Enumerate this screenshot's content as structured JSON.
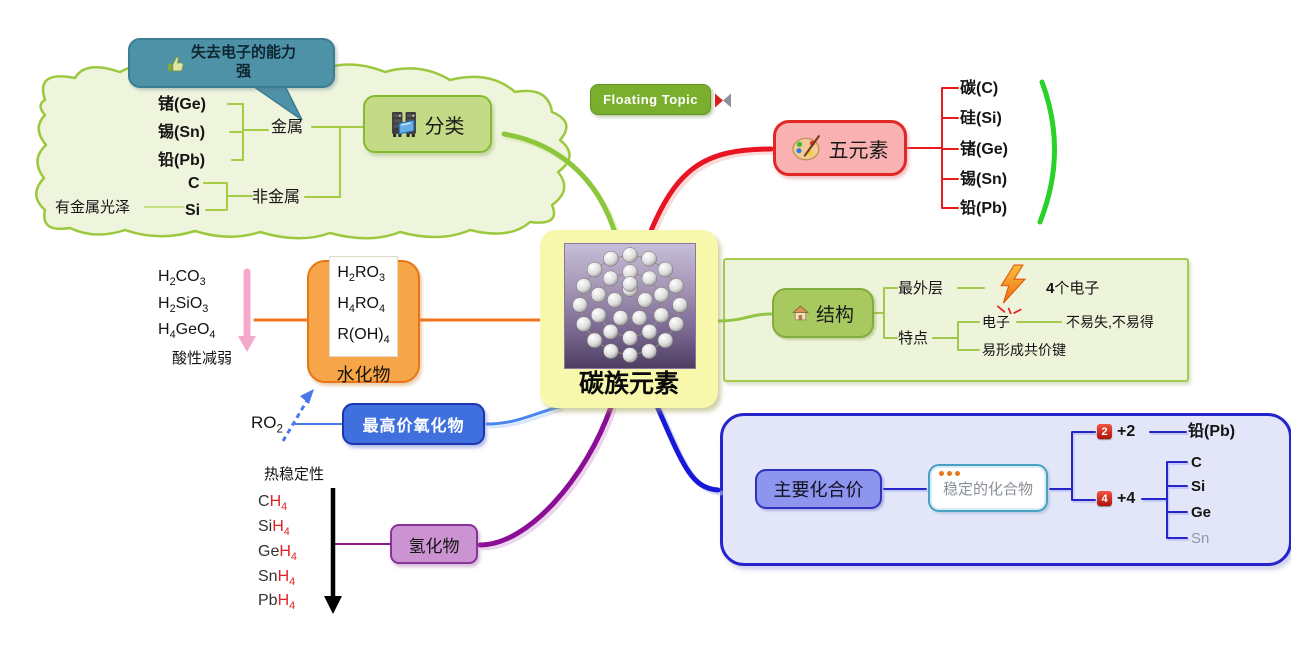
{
  "callout": {
    "line1": "失去电子的能力",
    "line2": "强"
  },
  "classification": {
    "label": "分类",
    "metal_label": "金属",
    "nonmetal_label": "非金属",
    "luster_label": "有金属光泽",
    "metal_items": [
      "锗(Ge)",
      "锡(Sn)",
      "铅(Pb)"
    ],
    "nonmetal_items": [
      "C",
      "Si"
    ]
  },
  "floating_topic": {
    "label": "Floating Topic"
  },
  "five_elements": {
    "label": "五元素",
    "items": [
      "碳(C)",
      "硅(Si)",
      "锗(Ge)",
      "锡(Sn)",
      "铅(Pb)"
    ]
  },
  "center": {
    "title": "碳族元素"
  },
  "structure": {
    "label": "结构",
    "outermost_label": "最外层",
    "electron_count_num": "4",
    "electron_count_text": "个电子",
    "feature_label": "特点",
    "electron_label": "电子",
    "electron_note": "不易失,不易得",
    "covalent_note": "易形成共价键"
  },
  "valence": {
    "label": "主要化合价",
    "stable_label": "稳定的化合物",
    "plus2": {
      "marker": "2",
      "label": "+2",
      "items": [
        "铅(Pb)"
      ]
    },
    "plus4": {
      "marker": "4",
      "label": "+4",
      "items": [
        "C",
        "Si",
        "Ge",
        "Sn"
      ]
    }
  },
  "hydrate": {
    "label": "水化物",
    "formulas": [
      "H2RO3",
      "H4RO4",
      "R(OH)4"
    ],
    "acids": [
      "H2CO3",
      "H2SiO3",
      "H4GeO4"
    ],
    "trend_note": "酸性减弱"
  },
  "oxide": {
    "label": "最高价氧化物",
    "formula": "RO2"
  },
  "hydride": {
    "label": "氢化物",
    "trend_label": "热稳定性",
    "items": [
      {
        "el": "C",
        "formula": "H4"
      },
      {
        "el": "Si",
        "formula": "H4"
      },
      {
        "el": "Ge",
        "formula": "H4"
      },
      {
        "el": "Sn",
        "formula": "H4"
      },
      {
        "el": "Pb",
        "formula": "H4"
      }
    ]
  },
  "icons": {
    "callout": "thumbs-up-icon",
    "classification": "server-icon",
    "floating_topic": "movie-marker-icon",
    "five_elements": "palette-icon",
    "structure": "house-icon",
    "electron_count": "lightning-icon",
    "stable": "ellipsis-dots-icon",
    "plus2": "priority-2-icon",
    "plus4": "priority-4-icon"
  },
  "colors": {
    "center_fill": "#f8f8ac",
    "cloud_fill": "#eef5dc",
    "callout_fill": "#4e92a8",
    "branch_red": "#e81c24",
    "branch_green": "#8cc63a",
    "branch_dark_blue": "#1818d8",
    "branch_purple": "#8a0f95",
    "branch_orange": "#f0741c",
    "branch_light_blue": "#4a86f0",
    "bracket_green": "#28d228",
    "formula_red": "#e32222"
  }
}
